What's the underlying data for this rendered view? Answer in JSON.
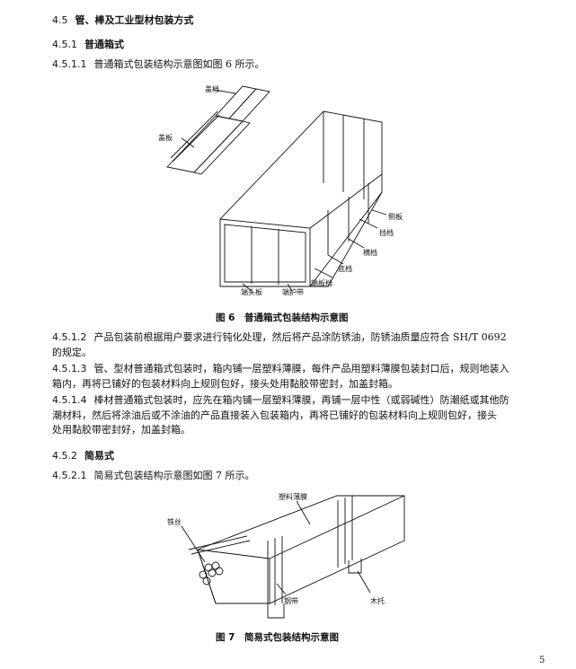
{
  "headings": {
    "h45": {
      "num": "4.5",
      "text": "管、棒及工业型材包装方式"
    },
    "h451": {
      "num": "4.5.1",
      "text": "普通箱式"
    },
    "h452": {
      "num": "4.5.2",
      "text": "简易式"
    }
  },
  "paras": {
    "p4511": {
      "num": "4.5.1.1",
      "text": "普通箱式包装结构示意图如图 6 所示。"
    },
    "p4512": {
      "num": "4.5.1.2",
      "line1": "产品包装前根据用户要求进行钝化处理，然后将产品涂防锈油，防锈油质量应符合 SH/T 0692",
      "line2": "的规定。"
    },
    "p4513": {
      "num": "4.5.1.3",
      "line1": "管、型材普通箱式包装时，箱内铺一层塑料薄膜，每件产品用塑料薄膜包装封口后，规则地装入",
      "line2": "箱内，再将已铺好的包装材料向上规则包好，接头处用黏胶带密封，加盖封箱。"
    },
    "p4514": {
      "num": "4.5.1.4",
      "line1": "棒材普通箱式包装时，应先在箱内铺一层塑料薄膜，再铺一层中性（或弱碱性）防潮纸或其他防",
      "line2": "潮材料，然后将涂油后或不涂油的产品直接装入包装箱内，再将已铺好的包装材料向上规则包好，接头",
      "line3": "处用黏胶带密封好，加盖封箱。"
    },
    "p4521": {
      "num": "4.5.2.1",
      "text": "简易式包装结构示意图如图 7 所示。"
    }
  },
  "figure6": {
    "caption": "图 6　普通箱式包装结构示意图",
    "labels": {
      "l1": "盖档",
      "l2": "盖板",
      "l3": "侧板",
      "l4": "挡档",
      "l5": "横档",
      "l6": "底档",
      "l7": "端板档",
      "l8": "端头板",
      "l9": "端护带"
    }
  },
  "figure7": {
    "caption": "图 7　简易式包装结构示意图",
    "labels": {
      "l1": "塑料薄膜",
      "l2": "铁丝",
      "l3": "钢带",
      "l4": "木托"
    }
  },
  "page_number": "5"
}
